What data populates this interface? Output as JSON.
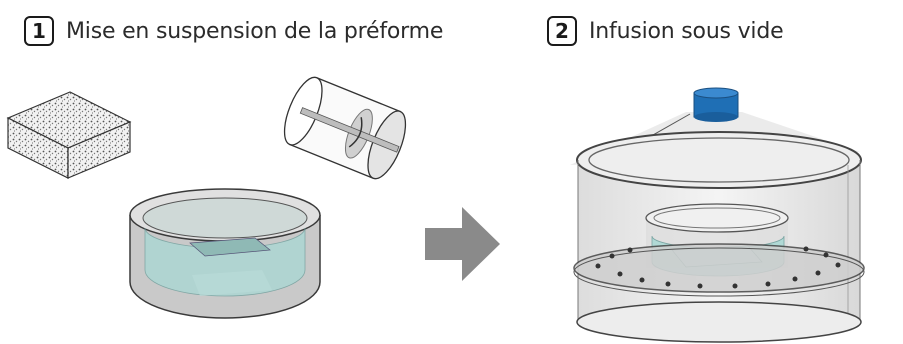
{
  "steps": [
    {
      "number": "1",
      "label": "Mise en suspension de la préforme"
    },
    {
      "number": "2",
      "label": "Infusion sous vide"
    }
  ],
  "colors": {
    "step_box_border": "#1a1a1a",
    "liquid": "#a8d8d4",
    "arrow": "#8a8a8a",
    "nozzle": "#1f6fb5"
  },
  "icons": {
    "preform": "porous-block-icon",
    "mixer": "mixer-cylinder-icon",
    "bath": "suspension-bath-icon",
    "arrow": "right-arrow-icon",
    "chamber": "vacuum-chamber-icon"
  }
}
